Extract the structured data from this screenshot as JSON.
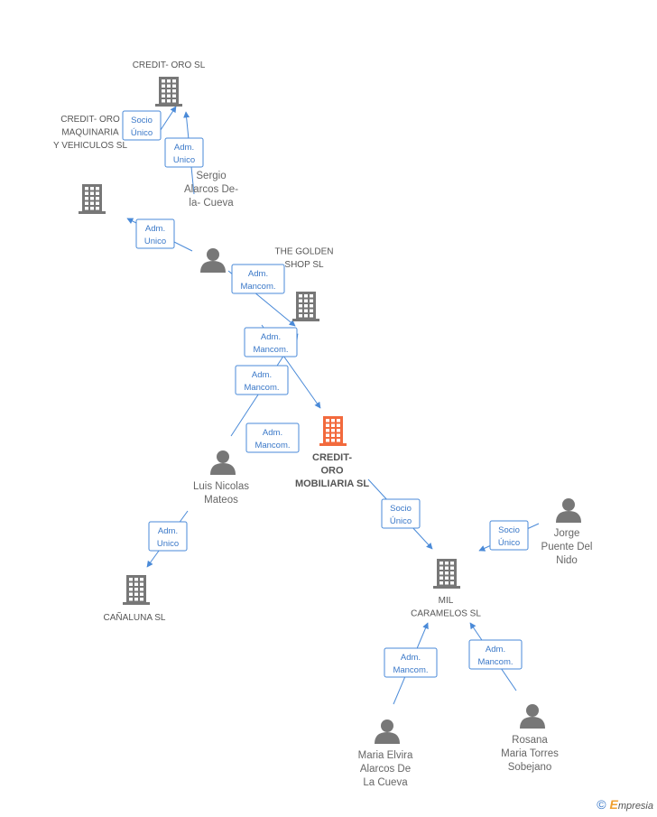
{
  "colors": {
    "edge": "#4a8ad8",
    "company_icon": "#777777",
    "focus_icon": "#f26a3d",
    "person_icon": "#777777"
  },
  "nodes": [
    {
      "id": "credit-oro",
      "type": "company",
      "label": [
        "CREDIT- ORO SL"
      ]
    },
    {
      "id": "credit-oro-maq",
      "type": "company",
      "label": [
        "CREDIT- ORO",
        "MAQUINARIA",
        "Y VEHICULOS SL"
      ]
    },
    {
      "id": "sergio",
      "type": "person",
      "label": [
        "Sergio",
        "Alarcos De-",
        "la- Cueva"
      ]
    },
    {
      "id": "golden",
      "type": "company",
      "label": [
        "THE GOLDEN",
        "SHOP SL"
      ]
    },
    {
      "id": "mobiliaria",
      "type": "focus",
      "label": [
        "CREDIT-",
        "ORO",
        "MOBILIARIA SL"
      ]
    },
    {
      "id": "luis",
      "type": "person",
      "label": [
        "Luis Nicolas",
        "Mateos"
      ]
    },
    {
      "id": "canaluna",
      "type": "company",
      "label": [
        "CAÑALUNA SL"
      ]
    },
    {
      "id": "jorge",
      "type": "person",
      "label": [
        "Jorge",
        "Puente Del",
        "Nido"
      ]
    },
    {
      "id": "mil",
      "type": "company",
      "label": [
        "MIL",
        "CARAMELOS SL"
      ]
    },
    {
      "id": "maria",
      "type": "person",
      "label": [
        "Maria Elvira",
        "Alarcos De",
        "La Cueva"
      ]
    },
    {
      "id": "rosana",
      "type": "person",
      "label": [
        "Rosana",
        "Maria Torres",
        "Sobejano"
      ]
    }
  ],
  "edges": [
    {
      "label": [
        "Socio",
        "Único"
      ]
    },
    {
      "label": [
        "Adm.",
        "Unico"
      ]
    },
    {
      "label": [
        "Adm.",
        "Unico"
      ]
    },
    {
      "label": [
        "Adm.",
        "Mancom."
      ]
    },
    {
      "label": [
        "Adm.",
        "Mancom."
      ]
    },
    {
      "label": [
        "Adm.",
        "Mancom."
      ]
    },
    {
      "label": [
        "Adm.",
        "Mancom."
      ]
    },
    {
      "label": [
        "Adm.",
        "Unico"
      ]
    },
    {
      "label": [
        "Socio",
        "Único"
      ]
    },
    {
      "label": [
        "Socio",
        "Único"
      ]
    },
    {
      "label": [
        "Adm.",
        "Mancom."
      ]
    },
    {
      "label": [
        "Adm.",
        "Mancom."
      ]
    }
  ],
  "watermark": {
    "copyright": "©",
    "brand_first": "E",
    "brand_rest": "mpresia"
  }
}
